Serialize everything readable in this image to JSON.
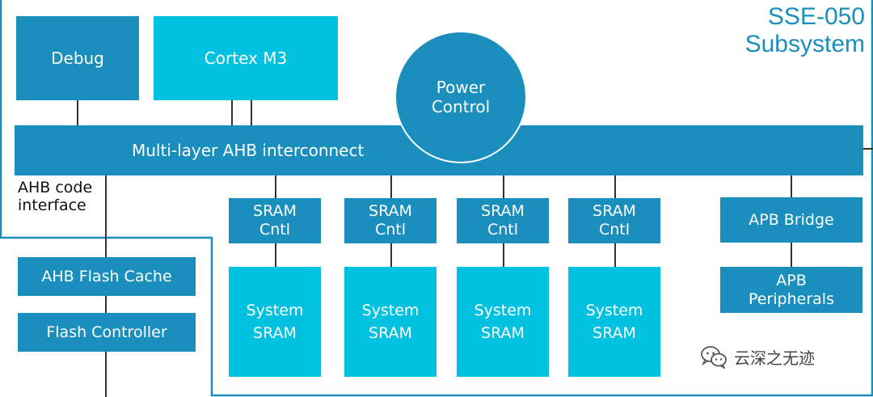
{
  "title": {
    "line1": "SSE-050",
    "line2": "Subsystem"
  },
  "blocks": {
    "debug": "Debug",
    "cortex": "Cortex M3",
    "power_control": "Power\nControl",
    "interconnect": "Multi-layer AHB interconnect",
    "code_interface": "AHB code\ninterface",
    "sram_cntl": [
      "SRAM\nCntl",
      "SRAM\nCntl",
      "SRAM\nCntl",
      "SRAM\nCntl"
    ],
    "system_sram": [
      "System\nSRAM",
      "System\nSRAM",
      "System\nSRAM",
      "System\nSRAM"
    ],
    "apb_bridge": "APB Bridge",
    "apb_peripherals": "APB\nPeripherals",
    "flash_cache": "AHB Flash Cache",
    "flash_controller": "Flash Controller"
  },
  "watermark": {
    "text": "云深之无迹",
    "icon": "wechat-icon"
  },
  "colors": {
    "dark_block": "#1a8fbe",
    "light_block": "#00c1e0",
    "title": "#1a8fbe",
    "border": "#1a8fbe"
  }
}
